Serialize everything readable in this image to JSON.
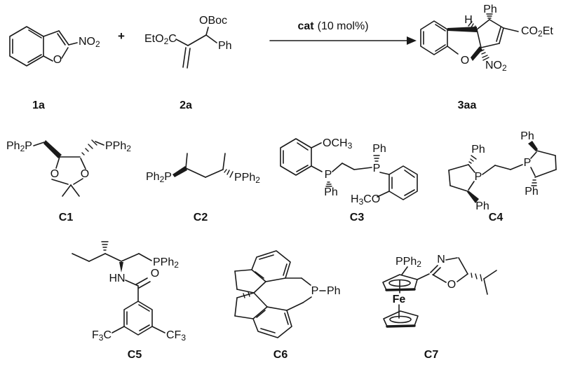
{
  "figure": {
    "background": "#ffffff",
    "ink": "#1a1a1a"
  },
  "reaction": {
    "plus": "+",
    "arrow_cat": "cat",
    "arrow_cond": "(10 mol%)"
  },
  "compounds": {
    "r1": {
      "id": "1a",
      "o": "O",
      "no2a": "NO",
      "no2b": "2"
    },
    "r2": {
      "id": "2a",
      "eto2c_a": "EtO",
      "eto2c_b": "2",
      "eto2c_c": "C",
      "oboc": "OBoc",
      "ph": "Ph"
    },
    "p3": {
      "id": "3aa",
      "h": "H",
      "ph": "Ph",
      "co2et_a": "CO",
      "co2et_b": "2",
      "co2et_c": "Et",
      "o": "O",
      "no2a": "NO",
      "no2b": "2"
    },
    "c1": {
      "id": "C1",
      "ph2p_a": "Ph",
      "ph2p_b": "2",
      "ph2p_c": "P",
      "pph2_a": "PPh",
      "pph2_b": "2",
      "o_left": "O",
      "o_right": "O"
    },
    "c2": {
      "id": "C2",
      "ph2p_a": "Ph",
      "ph2p_b": "2",
      "ph2p_c": "P",
      "pph2_a": "PPh",
      "pph2_b": "2"
    },
    "c3": {
      "id": "C3",
      "och3_a": "OCH",
      "och3_b": "3",
      "p_left": "P",
      "p_right": "P",
      "ph_top": "Ph",
      "ph_bottom": "Ph",
      "h3co_a": "H",
      "h3co_b": "3",
      "h3co_c": "CO"
    },
    "c4": {
      "id": "C4",
      "p_left": "P",
      "p_right": "P",
      "ph_tl": "Ph",
      "ph_bl": "Ph",
      "ph_tr": "Ph",
      "ph_br": "Ph"
    },
    "c5": {
      "id": "C5",
      "pph2_a": "PPh",
      "pph2_b": "2",
      "hn": "HN",
      "o": "O",
      "f3c_a": "F",
      "f3c_b": "3",
      "f3c_c": "C",
      "cf3_a": "CF",
      "cf3_b": "3"
    },
    "c6": {
      "id": "C6",
      "p": "P",
      "ph": "Ph"
    },
    "c7": {
      "id": "C7",
      "pph2_a": "PPh",
      "pph2_b": "2",
      "n": "N",
      "o": "O",
      "fe": "Fe"
    }
  }
}
